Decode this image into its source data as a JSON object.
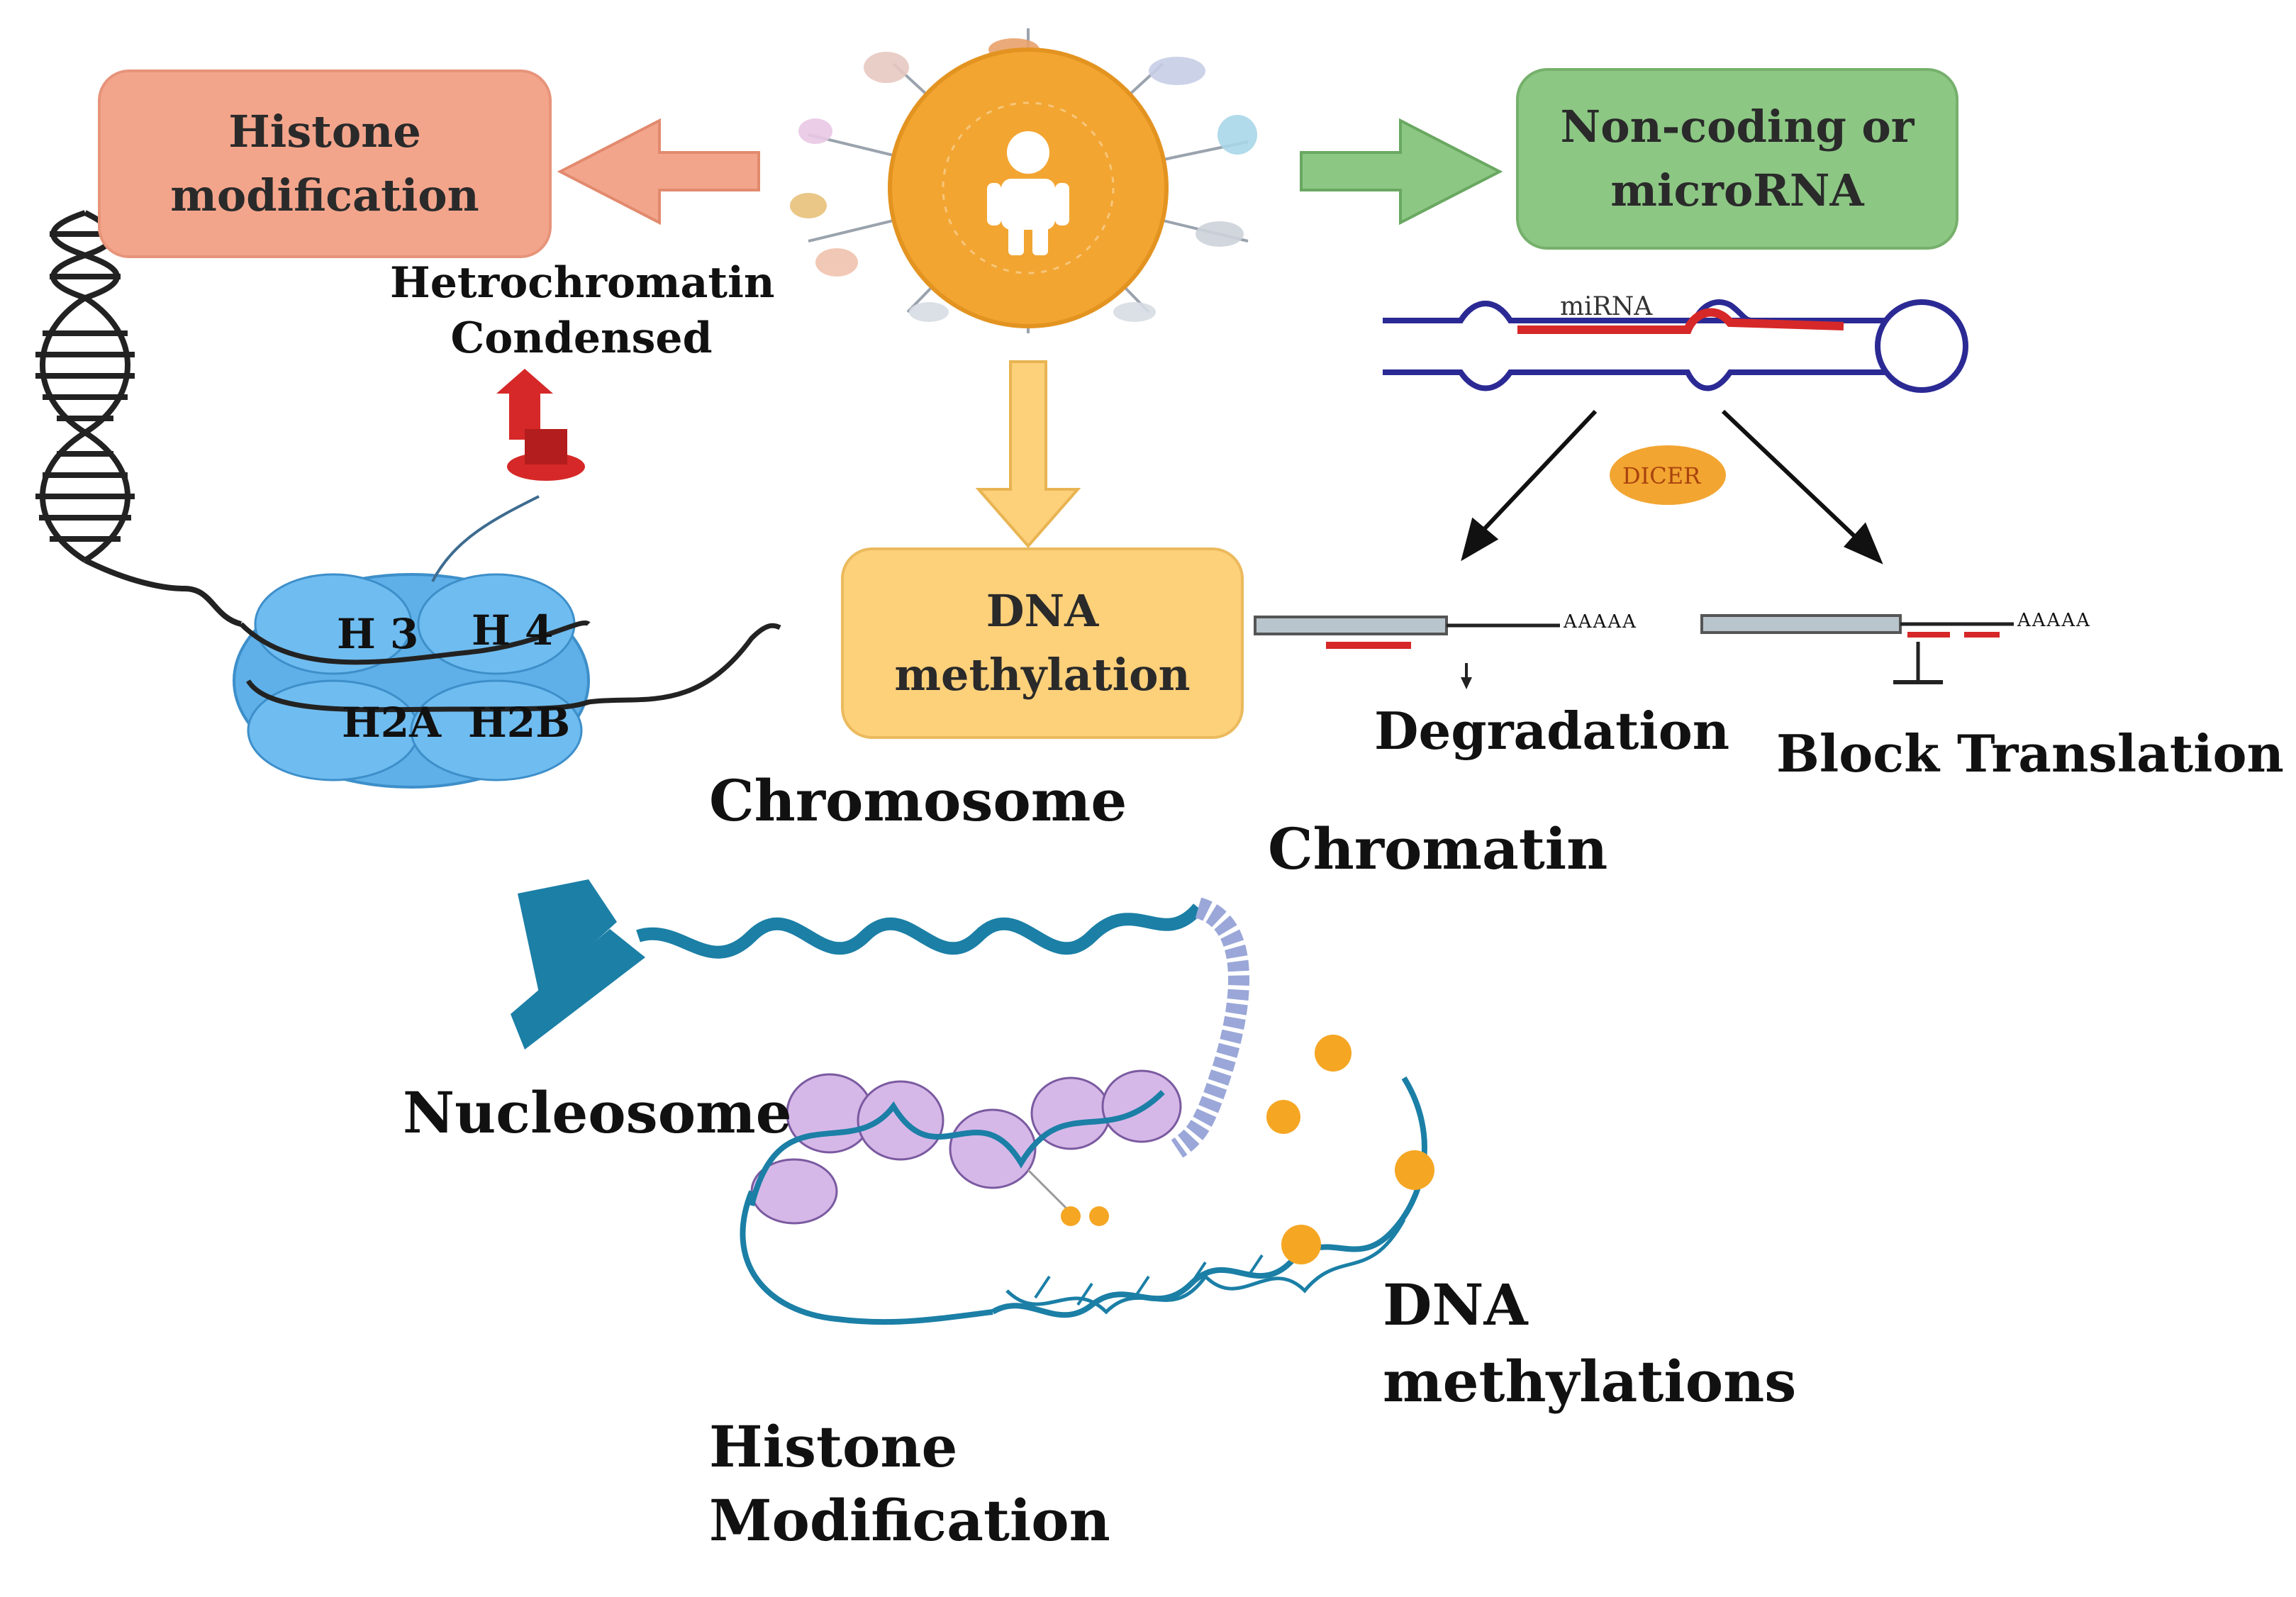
{
  "colors": {
    "histone_box": "#f3a58c",
    "noncoding_box": "#8cc784",
    "dna_box": "#fdd07a",
    "center_disc": "#f2a531",
    "nucleosome": "#5fb0e8",
    "mirna_strand": "#2b2a94",
    "mirna_red": "#d62828",
    "chromatin_teal": "#1b7fa6",
    "histone_pink": "#d6b8e8",
    "methyl_dot": "#f5a623"
  },
  "boxes": {
    "histone_modification": "Histone modification",
    "noncoding": "Non-coding or microRNA",
    "dna_methylation": "DNA methylation"
  },
  "labels": {
    "hetrochromatin_line1": "Hetrochromatin",
    "hetrochromatin_line2": "Condensed",
    "mirna": "miRNA",
    "dicer": "DICER",
    "h3": "H 3",
    "h4": "H 4",
    "h2a": "H2A",
    "h2b": "H2B",
    "polya_1": "AAAAA",
    "polya_2": "AAAAA",
    "degradation": "Degradation",
    "block_translation": "Block Translation",
    "chromosome": "Chromosome",
    "chromatin": "Chromatin",
    "nucleosome": "Nucleosome",
    "dna_methylations_line1": "DNA",
    "dna_methylations_line2": "methylations",
    "histone_mod_line1": "Histone",
    "histone_mod_line2": "Modification"
  },
  "icons": {
    "center": "person-icon",
    "arrow_left": "arrow-left-icon",
    "arrow_right": "arrow-right-icon",
    "arrow_down": "arrow-down-icon",
    "condense_arrow": "arrow-up-icon"
  }
}
